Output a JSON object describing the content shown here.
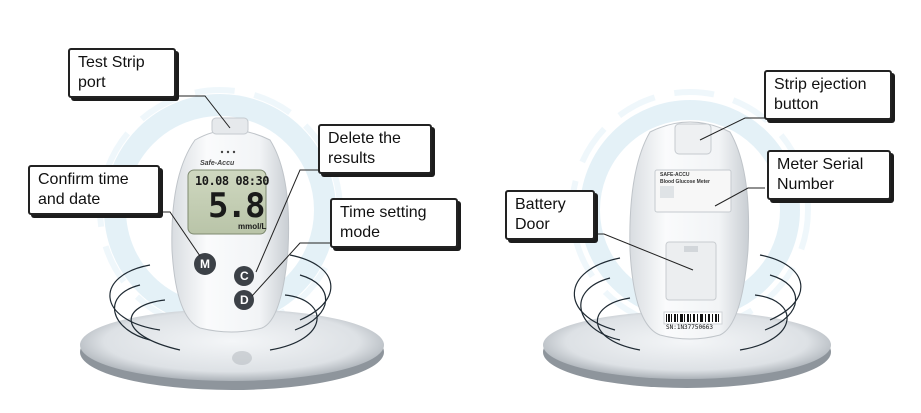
{
  "callouts": {
    "test_strip_port": "Test Strip\nport",
    "delete_results": "Delete the\nresults",
    "confirm_time_date": "Confirm time\nand date",
    "time_setting_mode": "Time setting\nmode",
    "strip_ejection": "Strip ejection\nbutton",
    "meter_serial": "Meter Serial\nNumber",
    "battery_door": "Battery\nDoor"
  },
  "device": {
    "brand": "Safe-Accu",
    "lcd_date": "10.08 08:30",
    "lcd_value": "5.8",
    "lcd_unit": "mmol/L",
    "button_m": "M",
    "button_c": "C",
    "button_d": "D"
  },
  "back": {
    "label_title": "SAFE-ACCU",
    "label_subtitle": "Blood Glucose Meter",
    "serial": "SN:1N37750663"
  }
}
